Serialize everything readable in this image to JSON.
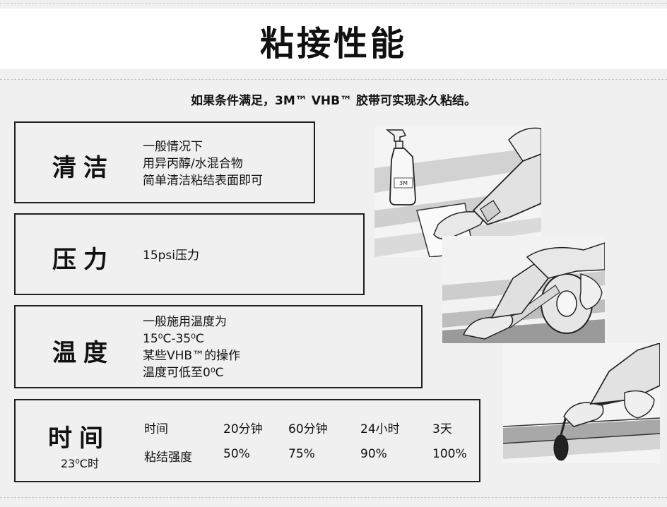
{
  "header": {
    "title": "粘接性能"
  },
  "intro": "如果条件满足，3M™ VHB™ 胶带可实现永久粘结。",
  "sections": {
    "cleaning": {
      "label": "清洁",
      "lines": [
        "一般情况下",
        "用异丙醇/水混合物",
        "简单清洁粘结表面即可"
      ]
    },
    "pressure": {
      "label": "压力",
      "lines": [
        "15psi压力"
      ]
    },
    "temperature": {
      "label": "温度",
      "lines": [
        "一般施用温度为",
        "15⁰C-35⁰C",
        "某些VHB™的操作",
        "温度可低至0⁰C"
      ]
    },
    "time": {
      "label": "时间",
      "sublabel": "23⁰C时",
      "table": {
        "row_headers": [
          "时间",
          "粘结强度"
        ],
        "times": [
          "20分钟",
          "60分钟",
          "24小时",
          "3天"
        ],
        "strengths": [
          "50%",
          "75%",
          "90%",
          "100%"
        ]
      }
    }
  },
  "illustrations": {
    "bottle_label": "3M"
  }
}
